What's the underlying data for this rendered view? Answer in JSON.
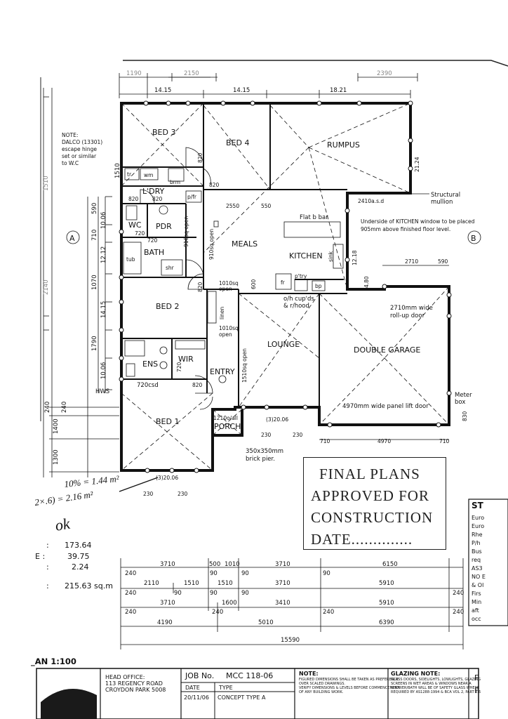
{
  "rooms": {
    "bed3": "BED 3",
    "bed4": "BED 4",
    "rumpus": "RUMPUS",
    "ldry": "L'DRY",
    "wc": "WC",
    "pdr": "PDR",
    "bath": "BATH",
    "meals": "MEALS",
    "kitchen": "KITCHEN",
    "bed2": "BED 2",
    "lounge": "LOUNGE",
    "double_garage": "DOUBLE GARAGE",
    "ens": "ENS",
    "wir": "WIR",
    "entry": "ENTRY",
    "bed1": "BED 1",
    "porch": "PORCH"
  },
  "fixtures": {
    "tr": "tr",
    "wm": "wm",
    "brm": "brm",
    "pfr": "p/fr",
    "tub": "tub",
    "shr": "shr",
    "sink": "sink",
    "fr": "fr",
    "ptry": "p'try",
    "bp": "bp",
    "linen": "linen",
    "hws": "HWS",
    "flat_b_bar": "Flat b bar",
    "oh_cupds": "o/h cup'ds",
    "rhood": "& r/hood",
    "csd720": "720csd",
    "mullion": "Structural",
    "mullion2": "mullion",
    "meter": "Meter",
    "meter2": "box",
    "brick_pier": "350x350mm",
    "brick_pier2": "brick pier."
  },
  "notes": {
    "dalco": [
      "NOTE:",
      "DALCO (13301)",
      "escape hinge",
      "set or similar",
      "to W.C"
    ],
    "kitchen_window": [
      "Underside of KITCHEN window to be placed",
      "905mm above finished floor level."
    ],
    "rollup": [
      "2710mm wide",
      "roll-up door"
    ],
    "panel_lift": "4970mm wide panel lift door",
    "asd": "2410a.s.d"
  },
  "openings": {
    "o910_1": "910sq open",
    "o910_2": "910sq open",
    "o1010a": "1010sq",
    "o1010a2": "open",
    "o1010b": "1010sq",
    "o1010b2": "open",
    "o1510": "1510sq open",
    "o1210": "1210o/all"
  },
  "axis_marks": {
    "a": "A",
    "b": "B"
  },
  "dims_top": [
    "1190",
    "2150",
    "2390",
    "14.15",
    "14.15",
    "18.21"
  ],
  "dims_left": [
    "1510",
    "1510",
    "590",
    "10.06",
    "710",
    "12.12",
    "1070",
    "14.15",
    "1790",
    "10.06",
    "2140",
    "240",
    "1400",
    "1300",
    "240"
  ],
  "dims_interior": {
    "d820a": "820",
    "d820b": "820",
    "d820c": "820",
    "d820d": "820",
    "d820e": "820",
    "d820f": "820",
    "d720a": "720",
    "d720b": "720",
    "d720c": "720",
    "d2550": "2550",
    "d550": "550",
    "d600": "600",
    "d12_18": "12.18",
    "d4_80": "4.80",
    "d2124": "21.24",
    "d2710": "2710",
    "d590": "590",
    "d830": "830",
    "d230a": "230",
    "d230b": "230",
    "d230c": "230",
    "d230d": "230",
    "d3_20_06a": "(3)20.06",
    "d3_20_06b": "(3)20.06",
    "d710a": "710",
    "d4970": "4970",
    "d710b": "710"
  },
  "dims_bottom": {
    "row1": [
      "3710",
      "500",
      "1010",
      "3710",
      "6150"
    ],
    "row1b": [
      "240",
      "90",
      "90",
      "90"
    ],
    "row2": [
      "2110",
      "1510",
      "1510",
      "3710",
      "5910"
    ],
    "row2b": [
      "240",
      "90",
      "90",
      "90",
      "240"
    ],
    "row3": [
      "3710",
      "1600",
      "3410",
      "5910"
    ],
    "row3b": [
      "240",
      "240",
      "240",
      "240"
    ],
    "row4": [
      "4190",
      "5010",
      "6390"
    ],
    "row5": "15590"
  },
  "areas": [
    {
      "label": ":",
      "value": "173.64"
    },
    {
      "label": "E   :",
      "value": "39.75"
    },
    {
      "label": ":",
      "value": "2.24"
    },
    {
      "label": ":",
      "value": "215.63 sq.m"
    }
  ],
  "plan_scale": "_AN 1:100",
  "handwriting": [
    "10% = 1.44 m²",
    "2×.6) = 2.16 m²",
    "ok"
  ],
  "stamp": [
    "FINAL PLANS",
    "APPROVED FOR",
    "CONSTRUCTION",
    "DATE.............."
  ],
  "right_strip": [
    "ST",
    "Euro",
    "Euro",
    "Rhe",
    "P/h",
    "Bus",
    "req",
    "AS3",
    "NO E",
    "& Ol",
    "Firs",
    "Min",
    "aft",
    "occ"
  ],
  "title_block": {
    "head_office": "HEAD OFFICE:",
    "address1": "113 REGENCY ROAD",
    "address2": "CROYDON PARK 5008",
    "job_label": "JOB No.",
    "job_no": "MCC 118-06",
    "date_label": "DATE",
    "type_label": "TYPE",
    "date_val": "20/11/06",
    "type_val": "CONCEPT TYPE A",
    "note_title": "NOTE:",
    "note_lines": [
      "FIGURED DIMENSIONS SHALL BE TAKEN AS PREFERENCE",
      "OVER SCALED DRAWINGS.",
      "VERIFY DIMENSIONS & LEVELS BEFORE COMMENCEMENT",
      "OF ANY BUILDING WORK."
    ],
    "glazing_title": "GLAZING NOTE:",
    "glazing_lines": [
      "GLASS DOORS, SIDELIGHTS, LOWLIGHTS, GLAZING",
      "SCREENS IN WET AREAS & WINDOWS NEAR A",
      "SHOWER/BATH WILL BE OF SAFETY GLASS WHERE",
      "REQUIRED BY AS1288-1994 & BCA VOL 2, PART 3.6"
    ],
    "edge": [
      "F",
      "F"
    ]
  }
}
